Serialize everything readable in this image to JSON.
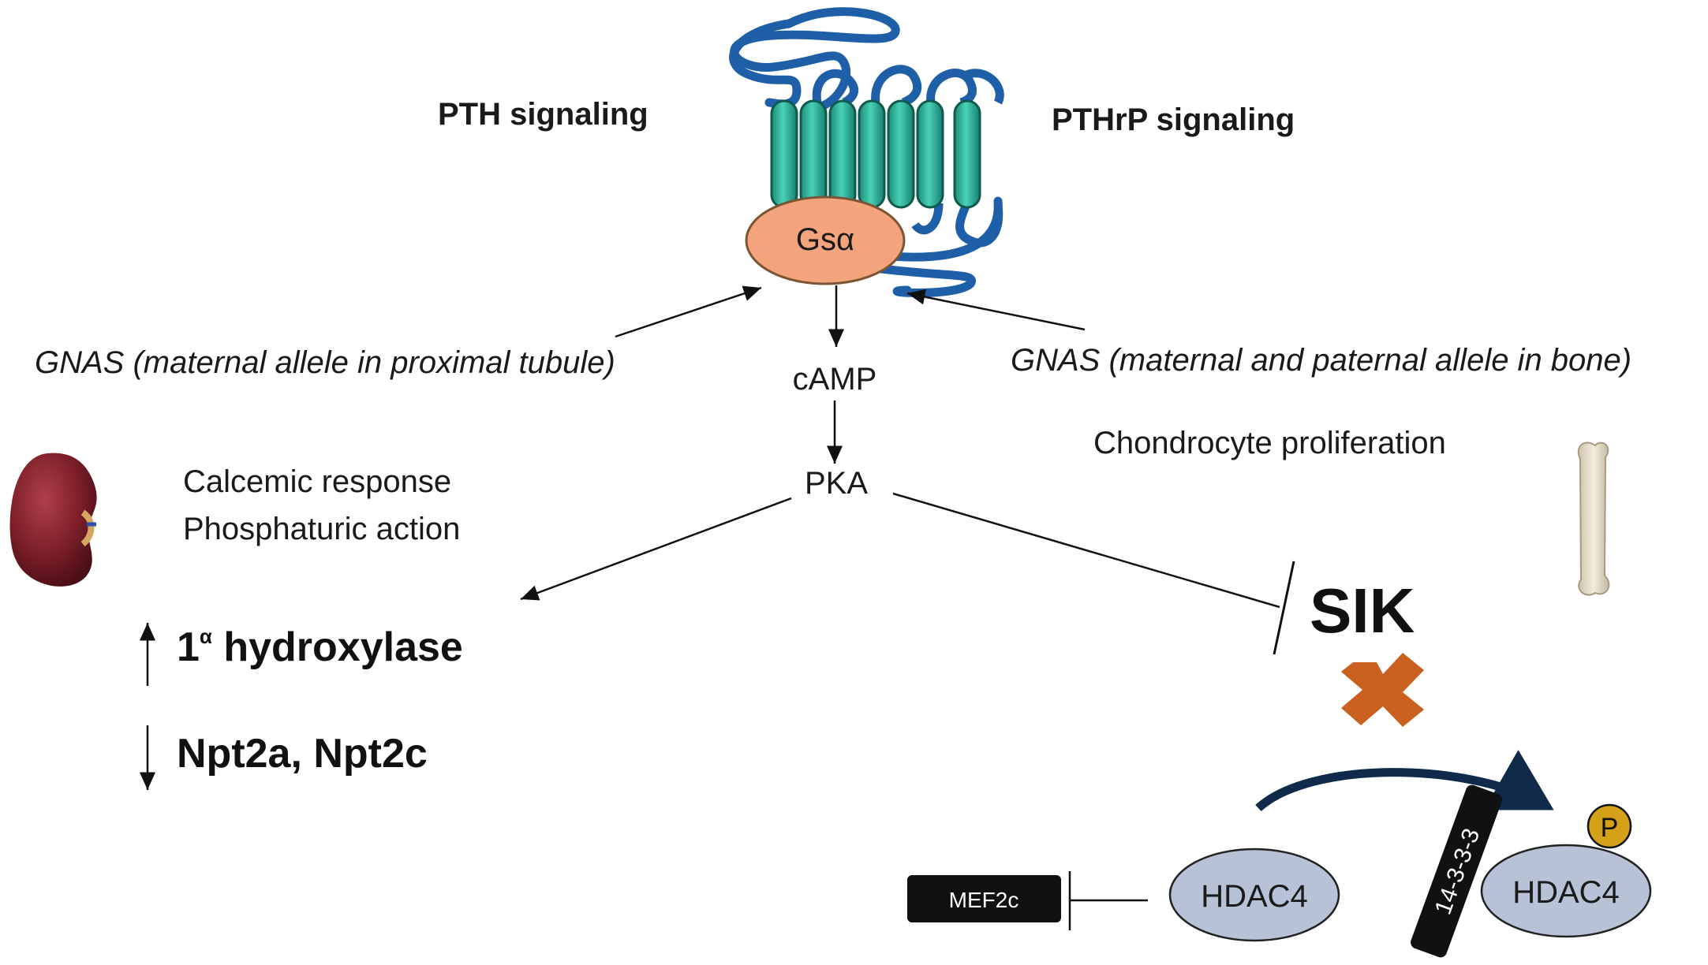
{
  "labels": {
    "pth": "PTH signaling",
    "pthrp": "PTHrP signaling",
    "gsa": "Gsα",
    "gnas_left": "GNAS (maternal allele in proximal tubule)",
    "gnas_right": "GNAS (maternal and paternal allele in bone)",
    "camp": "cAMP",
    "pka": "PKA",
    "calcemic": "Calcemic response",
    "phosphaturic": "Phosphaturic action",
    "chondrocyte": "Chondrocyte proliferation",
    "hydroxylase_pre": "1",
    "hydroxylase_sup": "α",
    "hydroxylase_post": " hydroxylase",
    "npt": "Npt2a, Npt2c",
    "sik": "SIK",
    "hdac_left": "HDAC4",
    "hdac_right": "HDAC4",
    "mef2c": "MEF2c",
    "protein_1433": "14-3-3-3",
    "phospho": "P"
  },
  "icons": [
    "kidney-icon",
    "bone-icon",
    "receptor-icon",
    "block-x-icon"
  ],
  "colors": {
    "receptor_loop": "#1f5fa8",
    "helix": "#2fb29a",
    "gsa": "#f4a47c",
    "hdac": "#b8c2d6",
    "x_mark": "#c9601f",
    "phospho": "#d4a017",
    "dark_box": "#111111"
  }
}
